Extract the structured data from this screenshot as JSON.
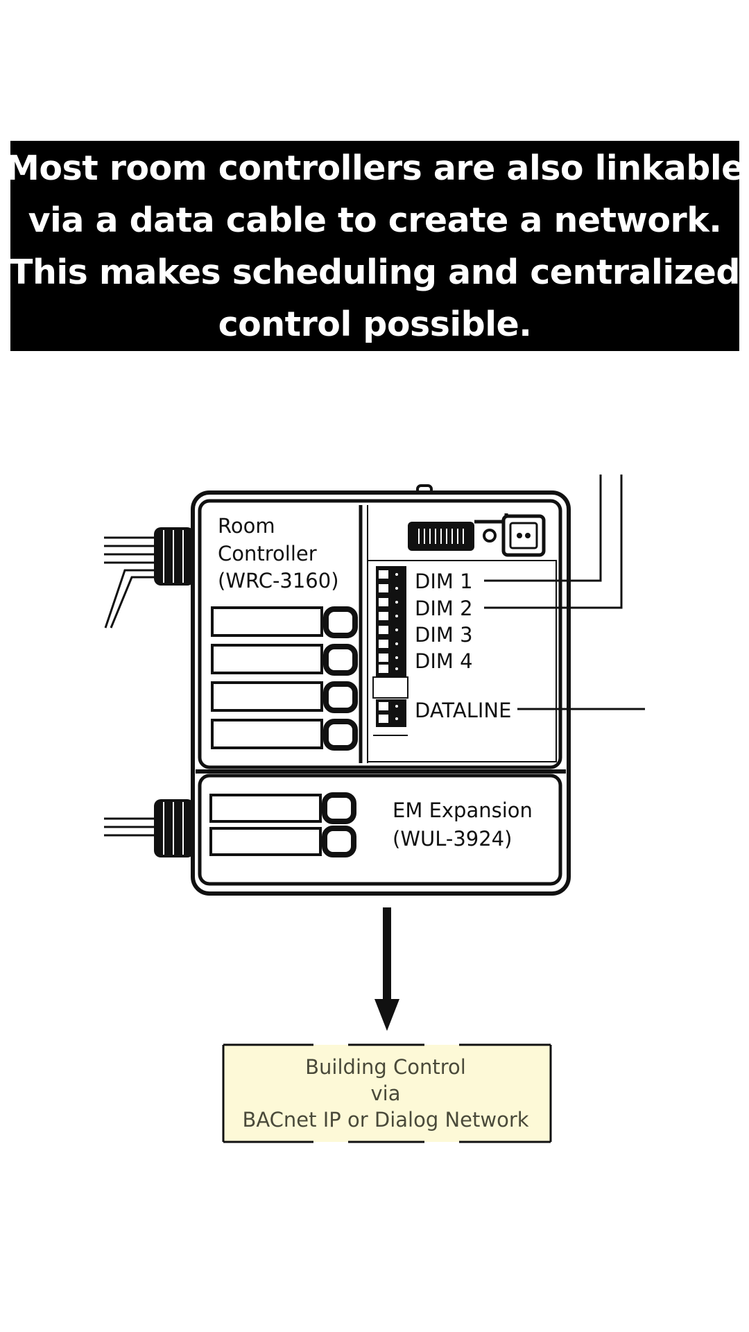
{
  "caption": {
    "lines": [
      "Most room controllers are also linkable",
      "via a data cable to create a network.",
      "This makes scheduling and centralized",
      "control possible."
    ]
  },
  "diagram": {
    "room_controller": {
      "lines": [
        "Room",
        "Controller",
        "(WRC-3160)"
      ]
    },
    "outputs": [
      "DIM 1",
      "DIM 2",
      "DIM 3",
      "DIM 4"
    ],
    "dataline_label": "DATALINE",
    "expansion": {
      "lines": [
        "EM Expansion",
        "(WUL-3924)"
      ]
    },
    "building_control": {
      "lines": [
        "Building Control",
        "via",
        "BACnet IP or Dialog Network"
      ],
      "fill_color": "#fdf9d7"
    }
  }
}
